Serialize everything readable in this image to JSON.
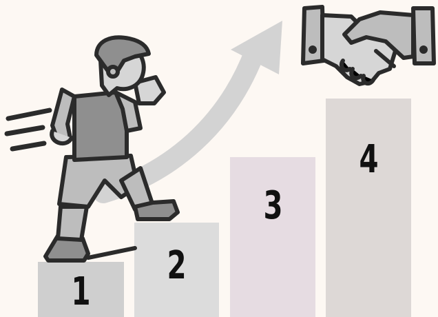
{
  "steps": [
    {
      "label": "1"
    },
    {
      "label": "2"
    },
    {
      "label": "3"
    },
    {
      "label": "4"
    }
  ],
  "icons": [
    "running-man-icon",
    "growth-arrow-icon",
    "handshake-icon",
    "speed-lines-icon"
  ],
  "colors": {
    "background": "#fdf8f3",
    "step_1": "#cfcfcf",
    "step_2": "#dcdcdc",
    "step_3": "#e6dce2",
    "step_4": "#ddd8d6",
    "arrow": "#d3d3d3",
    "outline": "#2b2b2b"
  }
}
